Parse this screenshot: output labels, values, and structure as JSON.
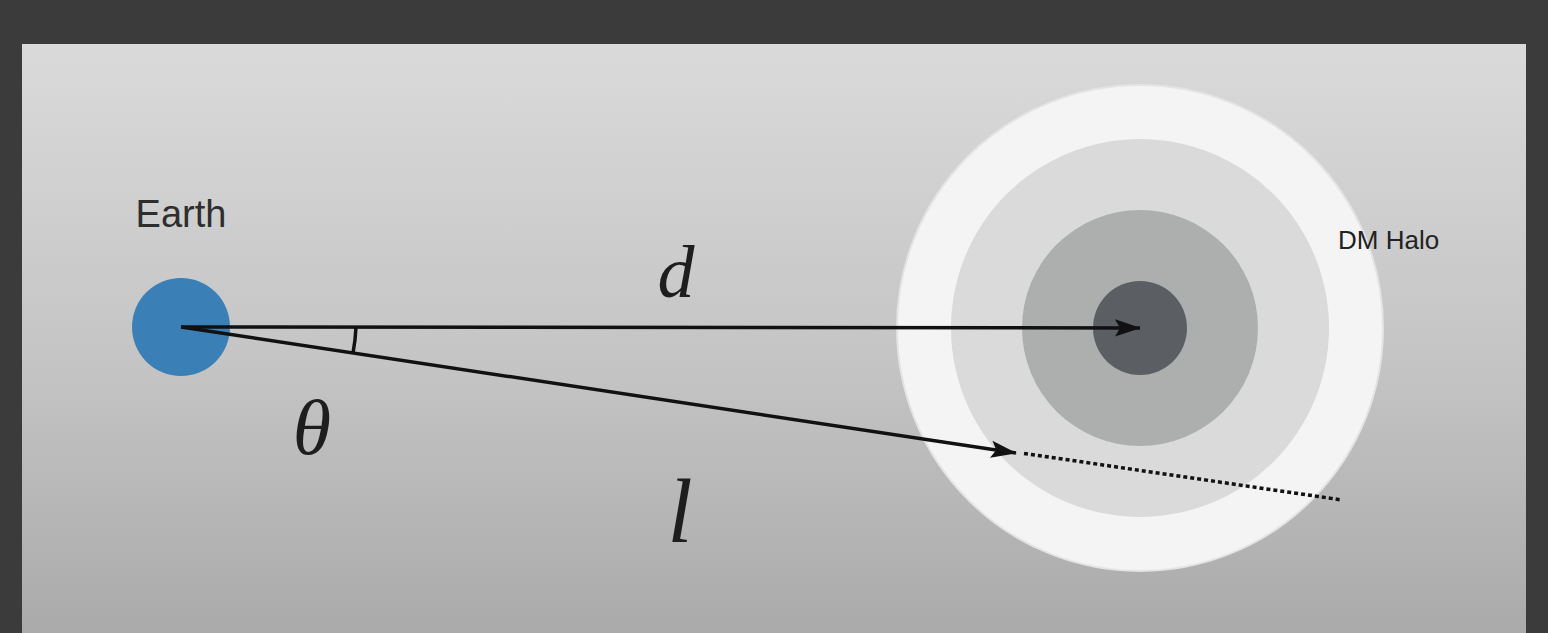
{
  "diagram": {
    "nodes": [
      {
        "text": [
          "Earth"
        ]
      },
      {
        "text": [
          "DM Halo"
        ]
      }
    ],
    "edges": [
      {
        "from": 0,
        "to": 1,
        "arrow": "to",
        "label": "d"
      },
      {
        "from": 0,
        "to": 1,
        "arrow": "to",
        "label": "l"
      }
    ],
    "labels": [
      "θ"
    ]
  }
}
